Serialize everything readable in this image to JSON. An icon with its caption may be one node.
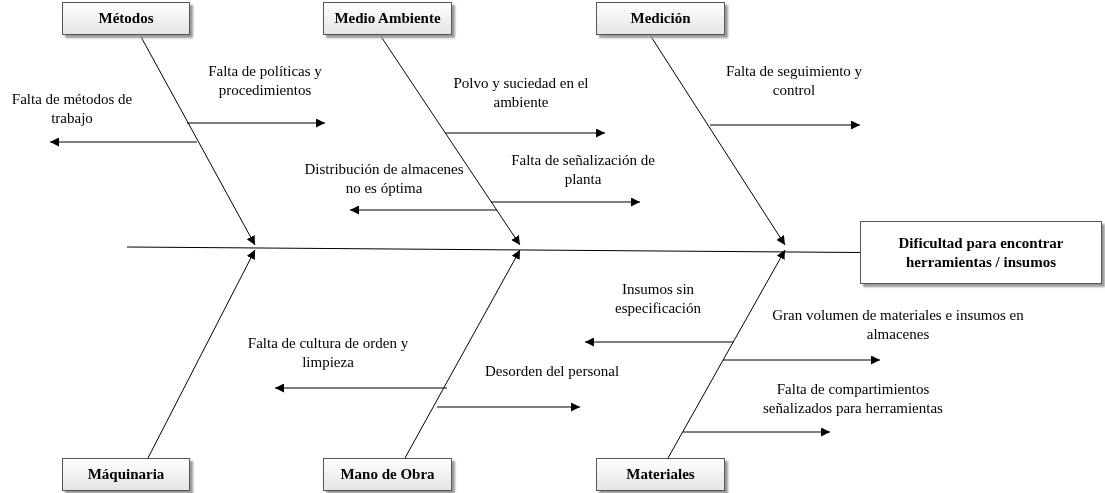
{
  "diagram": {
    "nodes": [
      {
        "text": [
          "Métodos"
        ]
      },
      {
        "text": [
          "Medio Ambiente"
        ]
      },
      {
        "text": [
          "Medición"
        ]
      },
      {
        "text": [
          "Dificultad para encontrar herramientas / insumos"
        ]
      },
      {
        "text": [
          "Máquinaria"
        ]
      },
      {
        "text": [
          "Mano de Obra"
        ]
      },
      {
        "text": [
          "Materiales"
        ]
      },
      {
        "text": [
          "Falta de métodos de trabajo"
        ]
      },
      {
        "text": [
          "Falta de políticas y procedimientos"
        ]
      },
      {
        "text": [
          "Polvo y suciedad en el ambiente"
        ]
      },
      {
        "text": [
          "Distribución de almacenes no es óptima"
        ]
      },
      {
        "text": [
          "Falta de señalización de planta"
        ]
      },
      {
        "text": [
          "Falta de seguimiento y control"
        ]
      },
      {
        "text": [
          "Insumos sin especificación"
        ]
      },
      {
        "text": [
          "Gran volumen de materiales e insumos en almacenes"
        ]
      },
      {
        "text": [
          "Falta de cultura de orden y limpieza"
        ]
      },
      {
        "text": [
          "Desorden del personal"
        ]
      },
      {
        "text": [
          "Falta de compartimientos señalizados para herramientas"
        ]
      }
    ],
    "edges": [
      {
        "from": 0,
        "to": null,
        "arrow": "to"
      },
      {
        "from": 1,
        "to": null,
        "arrow": "to"
      },
      {
        "from": 2,
        "to": null,
        "arrow": "to"
      },
      {
        "from": 4,
        "to": null,
        "arrow": "to"
      },
      {
        "from": 5,
        "to": null,
        "arrow": "to"
      },
      {
        "from": 6,
        "to": null,
        "arrow": "to"
      },
      {
        "from": null,
        "to": 3,
        "arrow": "none"
      },
      {
        "from": null,
        "to": 7,
        "arrow": "to"
      },
      {
        "from": null,
        "to": 8,
        "arrow": "to"
      },
      {
        "from": null,
        "to": 9,
        "arrow": "to"
      },
      {
        "from": null,
        "to": 10,
        "arrow": "to"
      },
      {
        "from": null,
        "to": 11,
        "arrow": "to"
      },
      {
        "from": null,
        "to": 12,
        "arrow": "to"
      },
      {
        "from": null,
        "to": 13,
        "arrow": "to"
      },
      {
        "from": null,
        "to": 14,
        "arrow": "to"
      },
      {
        "from": null,
        "to": 15,
        "arrow": "to"
      },
      {
        "from": null,
        "to": 16,
        "arrow": "to"
      },
      {
        "from": null,
        "to": 17,
        "arrow": "to"
      }
    ]
  }
}
